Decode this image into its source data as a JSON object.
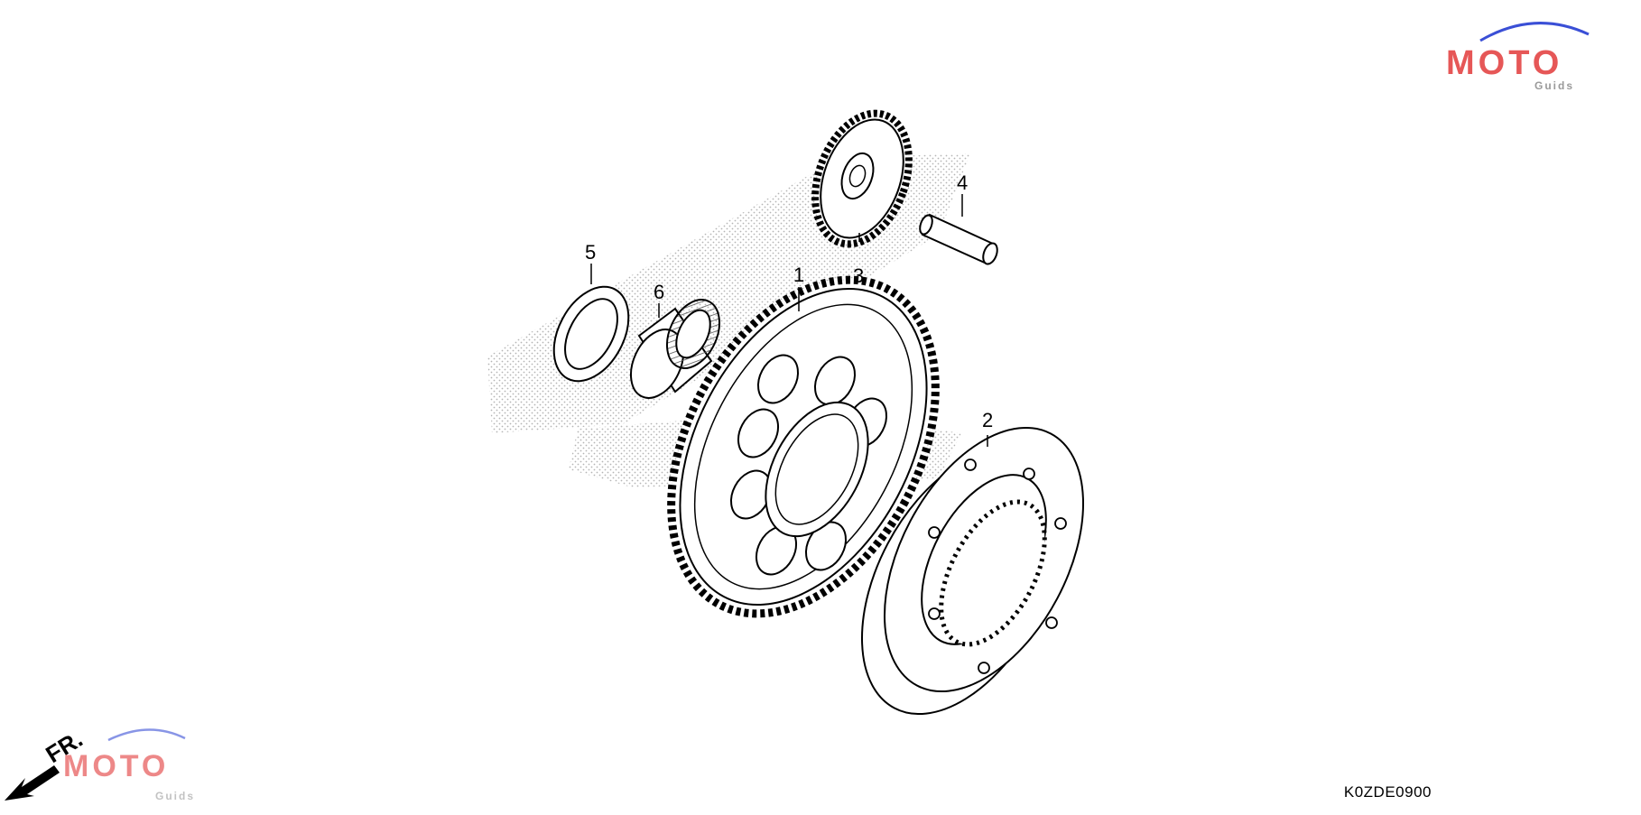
{
  "diagram": {
    "callouts": [
      {
        "id": "1",
        "label": "1"
      },
      {
        "id": "2",
        "label": "2"
      },
      {
        "id": "3",
        "label": "3"
      },
      {
        "id": "4",
        "label": "4"
      },
      {
        "id": "5",
        "label": "5"
      },
      {
        "id": "6",
        "label": "6"
      }
    ],
    "direction_label": "FR.",
    "diagram_code": "K0ZDE0900"
  },
  "watermark": {
    "brand": "MOTO",
    "sub": "Guids",
    "colors": {
      "red": "#e23a3a",
      "blue": "#3a4fd6",
      "gray": "#9a9a9a"
    }
  }
}
